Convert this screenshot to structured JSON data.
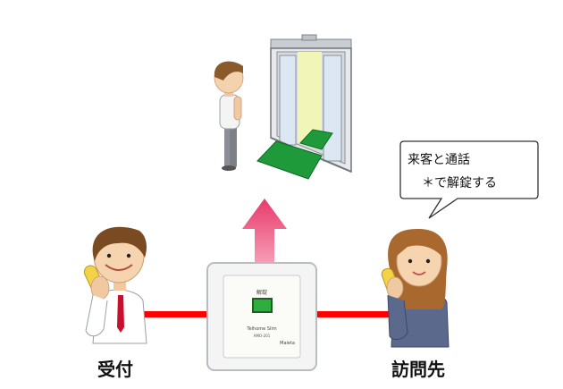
{
  "labels": {
    "reception": "受付",
    "visitor_host": "訪問先"
  },
  "speech_bubble": {
    "line1": "来客と通話",
    "line2": "＊で解錠する"
  },
  "device": {
    "top_label": "解錠",
    "model_label": "Telhome Slim",
    "part_number": "AMO-201",
    "brand": "Maieta"
  },
  "colors": {
    "connection_line": "#ff0000",
    "arrow": "#e8396a",
    "unlock_button": "#2fae3f",
    "door_mat": "#1e9a3a",
    "door_light": "#f2f5b8",
    "door_frame": "#cfd3d8"
  },
  "icons": {
    "arrow": "up-arrow-icon",
    "door": "automatic-door-icon",
    "visitor": "visitor-man-icon",
    "reception": "receptionist-man-phone-icon",
    "host": "woman-phone-icon",
    "device": "intercom-panel-icon"
  }
}
